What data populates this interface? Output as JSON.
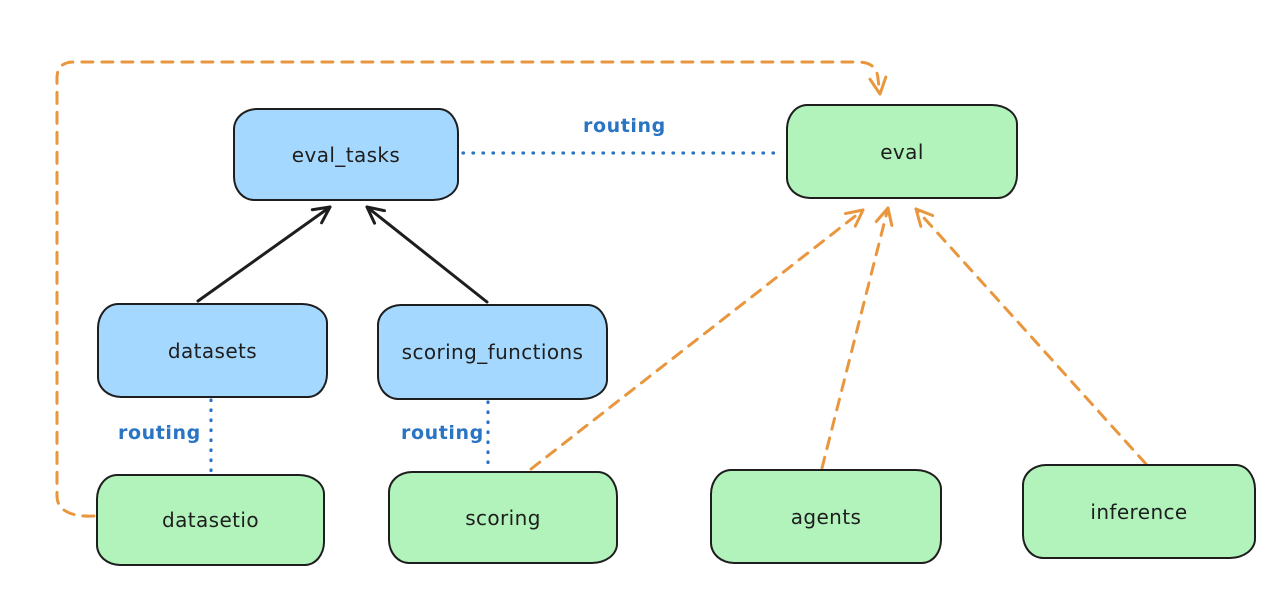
{
  "colors": {
    "background": "#ffffff",
    "node_border": "#1e1e1e",
    "blue_node_fill": "#a5d8ff",
    "green_node_fill": "#b2f2bb",
    "routing_blue": "#2a74c4",
    "orange_dashed": "#e9973e",
    "black_arrow": "#1e1e1e"
  },
  "nodes": {
    "eval_tasks": {
      "label": "eval_tasks",
      "fill": "#a5d8ff"
    },
    "eval": {
      "label": "eval",
      "fill": "#b2f2bb"
    },
    "datasets": {
      "label": "datasets",
      "fill": "#a5d8ff"
    },
    "scoring_functions": {
      "label": "scoring_functions",
      "fill": "#a5d8ff"
    },
    "datasetio": {
      "label": "datasetio",
      "fill": "#b2f2bb"
    },
    "scoring": {
      "label": "scoring",
      "fill": "#b2f2bb"
    },
    "agents": {
      "label": "agents",
      "fill": "#b2f2bb"
    },
    "inference": {
      "label": "inference",
      "fill": "#b2f2bb"
    }
  },
  "edge_labels": {
    "routing_top": "routing",
    "routing_datasets": "routing",
    "routing_scoring": "routing"
  },
  "edges": [
    {
      "from": "datasets",
      "to": "eval_tasks",
      "style": "solid-arrow",
      "color": "#1e1e1e"
    },
    {
      "from": "scoring_functions",
      "to": "eval_tasks",
      "style": "solid-arrow",
      "color": "#1e1e1e"
    },
    {
      "from": "eval_tasks",
      "to": "eval",
      "style": "dotted",
      "color": "#2a74c4",
      "label": "routing"
    },
    {
      "from": "datasets",
      "to": "datasetio",
      "style": "dotted",
      "color": "#2a74c4",
      "label": "routing"
    },
    {
      "from": "scoring_functions",
      "to": "scoring",
      "style": "dotted",
      "color": "#2a74c4",
      "label": "routing"
    },
    {
      "from": "datasetio",
      "to": "eval",
      "style": "dashed-arrow",
      "color": "#e9973e"
    },
    {
      "from": "scoring",
      "to": "eval",
      "style": "dashed-arrow",
      "color": "#e9973e"
    },
    {
      "from": "agents",
      "to": "eval",
      "style": "dashed-arrow",
      "color": "#e9973e"
    },
    {
      "from": "inference",
      "to": "eval",
      "style": "dashed-arrow",
      "color": "#e9973e"
    }
  ]
}
